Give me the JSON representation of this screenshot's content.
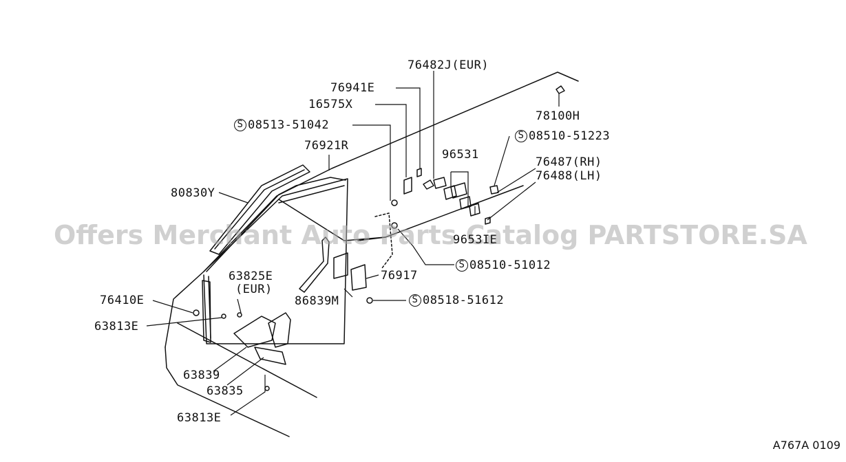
{
  "diagram_id": "A767A 0109",
  "watermark": "Offers Merchant Auto Parts Catalog PARTSTORE.SA",
  "parts": {
    "p76482J": "76482J(EUR)",
    "p76941E": "76941E",
    "p16575X": "16575X",
    "p08513": "08513-51042",
    "p76921R": "76921R",
    "p80830Y": "80830Y",
    "p96531": "96531",
    "p78100H": "78100H",
    "p08510a": "08510-51223",
    "p76487": "76487(RH)",
    "p76488": "76488(LH)",
    "p9653I": "9653IE",
    "p08510b": "08510-51012",
    "p76917": "76917",
    "p86839M": "86839M",
    "p08518": "08518-51612",
    "p63825E": "63825E",
    "pEUR": "(EUR)",
    "p76410E": "76410E",
    "p63813Ea": "63813E",
    "p63839": "63839",
    "p63835": "63835",
    "p63813Eb": "63813E"
  },
  "screw_symbol": "S"
}
